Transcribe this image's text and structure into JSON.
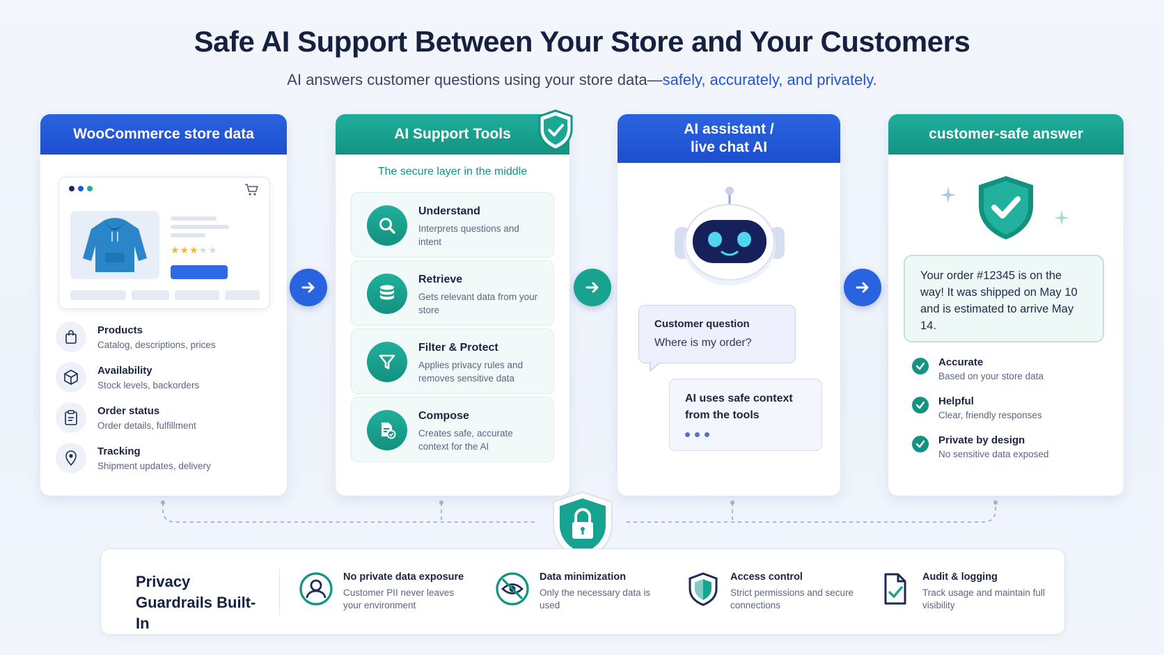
{
  "header": {
    "title": "Safe AI Support Between Your Store and Your Customers",
    "subtitle_plain": "AI answers customer questions using your store data—",
    "subtitle_accent": "safely, accurately, and privately."
  },
  "colors": {
    "blue": "#2a63e0",
    "teal": "#18a391",
    "navy": "#16213f"
  },
  "store_card": {
    "title": "WooCommerce store data",
    "features": [
      {
        "icon": "shopping-bag-icon",
        "title": "Products",
        "sub": "Catalog, descriptions, prices"
      },
      {
        "icon": "box-icon",
        "title": "Availability",
        "sub": "Stock levels, backorders"
      },
      {
        "icon": "clipboard-icon",
        "title": "Order status",
        "sub": "Order details, fulfillment"
      },
      {
        "icon": "location-pin-icon",
        "title": "Tracking",
        "sub": "Shipment updates, delivery"
      }
    ]
  },
  "tools_card": {
    "title": "AI Support Tools",
    "subtitle": "The secure layer in the middle",
    "tools": [
      {
        "icon": "search-icon",
        "title": "Understand",
        "sub": "Interprets questions and intent"
      },
      {
        "icon": "database-icon",
        "title": "Retrieve",
        "sub": "Gets relevant data from your store"
      },
      {
        "icon": "filter-icon",
        "title": "Filter & Protect",
        "sub": "Applies privacy rules and removes sensitive data"
      },
      {
        "icon": "document-check-icon",
        "title": "Compose",
        "sub": "Creates safe, accurate context for the AI"
      }
    ]
  },
  "assistant_card": {
    "title_line1": "AI assistant /",
    "title_line2": "live chat AI",
    "question_label": "Customer question",
    "question_text": "Where is my order?",
    "context_text": "AI uses safe context from the tools"
  },
  "answer_card": {
    "title": "customer-safe answer",
    "answer": "Your order #12345 is on the way! It was shipped on May 10 and is estimated to arrive May 14.",
    "checks": [
      {
        "title": "Accurate",
        "sub": "Based on your store data"
      },
      {
        "title": "Helpful",
        "sub": "Clear, friendly responses"
      },
      {
        "title": "Private by design",
        "sub": "No sensitive data exposed"
      }
    ]
  },
  "guardrails": {
    "title": "Privacy Guardrails Built-In",
    "items": [
      {
        "icon": "user-circle-icon",
        "title": "No private data exposure",
        "sub": "Customer PII never leaves your environment"
      },
      {
        "icon": "eye-slash-icon",
        "title": "Data minimization",
        "sub": "Only the necessary data is used"
      },
      {
        "icon": "shield-icon",
        "title": "Access control",
        "sub": "Strict permissions and secure connections"
      },
      {
        "icon": "audit-document-icon",
        "title": "Audit & logging",
        "sub": "Track usage and maintain full visibility"
      }
    ]
  }
}
